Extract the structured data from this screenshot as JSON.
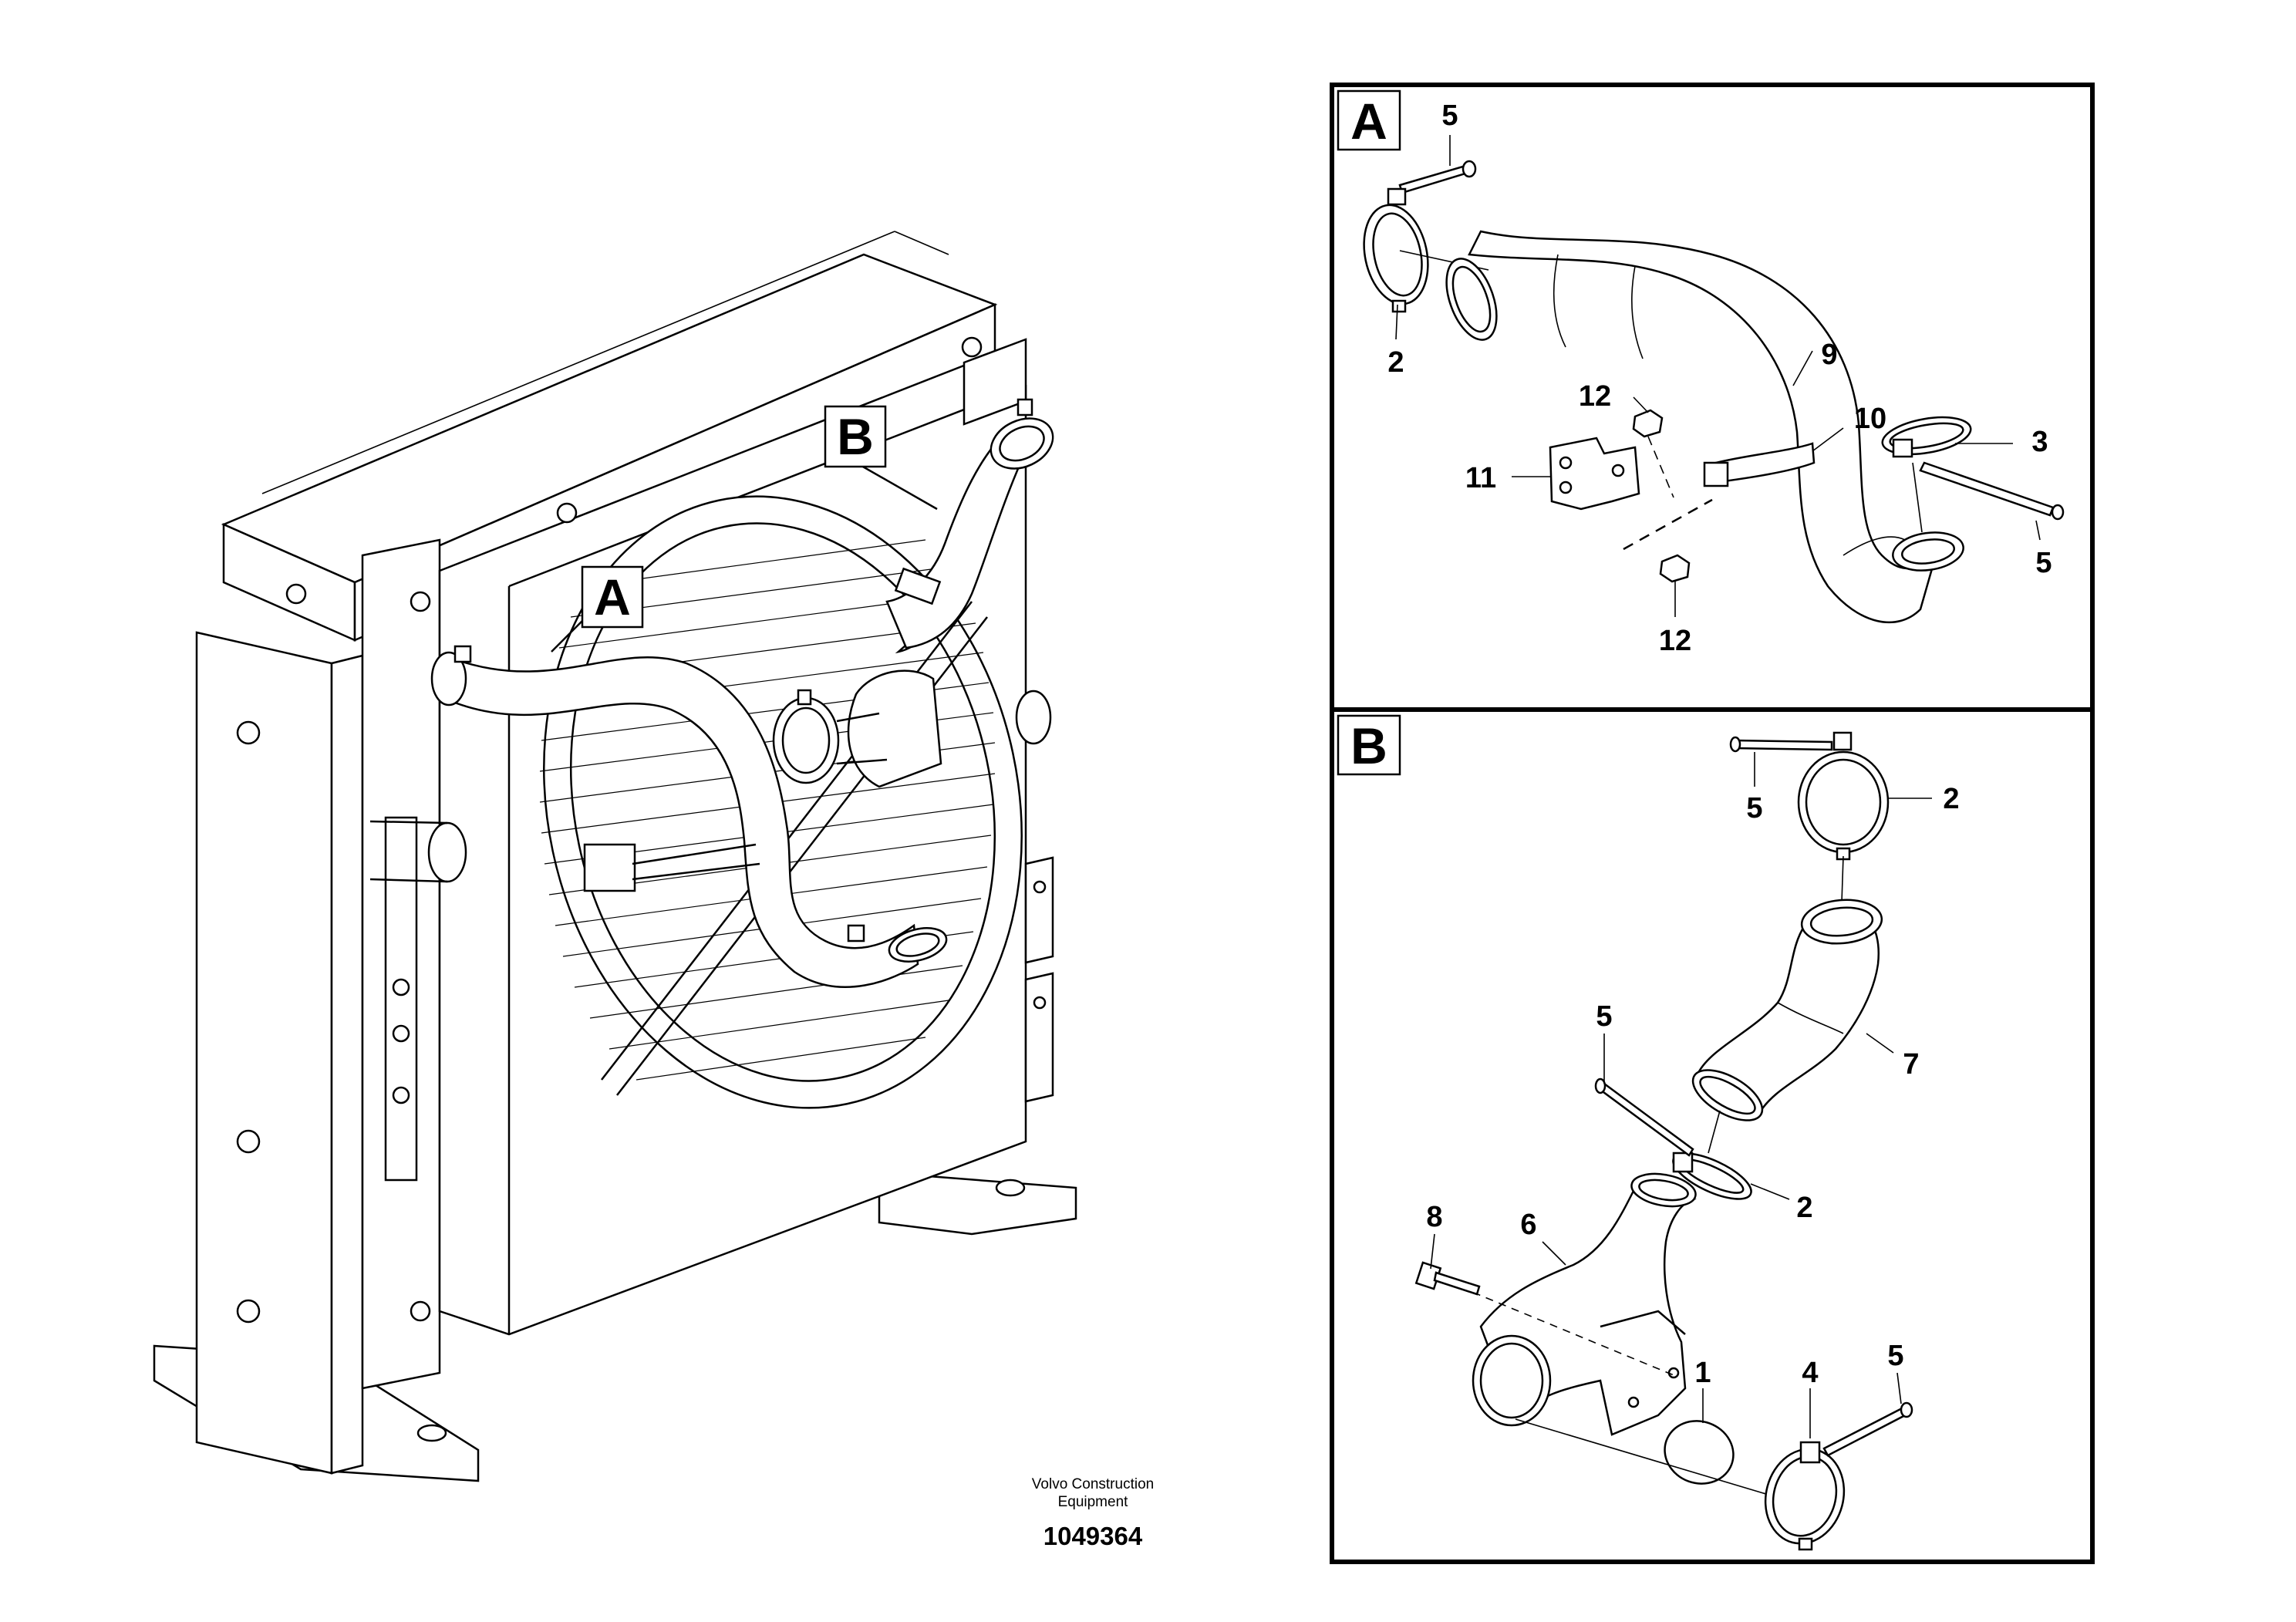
{
  "overview": {
    "labels": {
      "view_a": "A",
      "view_b": "B"
    }
  },
  "detail_a": {
    "letter": "A",
    "callouts": {
      "c5_top": "5",
      "c2": "2",
      "c9": "9",
      "c12_top": "12",
      "c10": "10",
      "c3": "3",
      "c11": "11",
      "c5_right": "5",
      "c12_bottom": "12"
    }
  },
  "detail_b": {
    "letter": "B",
    "callouts": {
      "c5_top": "5",
      "c2_top": "2",
      "c5_mid": "5",
      "c7": "7",
      "c2_mid": "2",
      "c8": "8",
      "c6": "6",
      "c1": "1",
      "c4": "4",
      "c5_bottom": "5"
    }
  },
  "caption": {
    "line1": "Volvo Construction",
    "line2": "Equipment",
    "drawing_number": "1049364"
  }
}
